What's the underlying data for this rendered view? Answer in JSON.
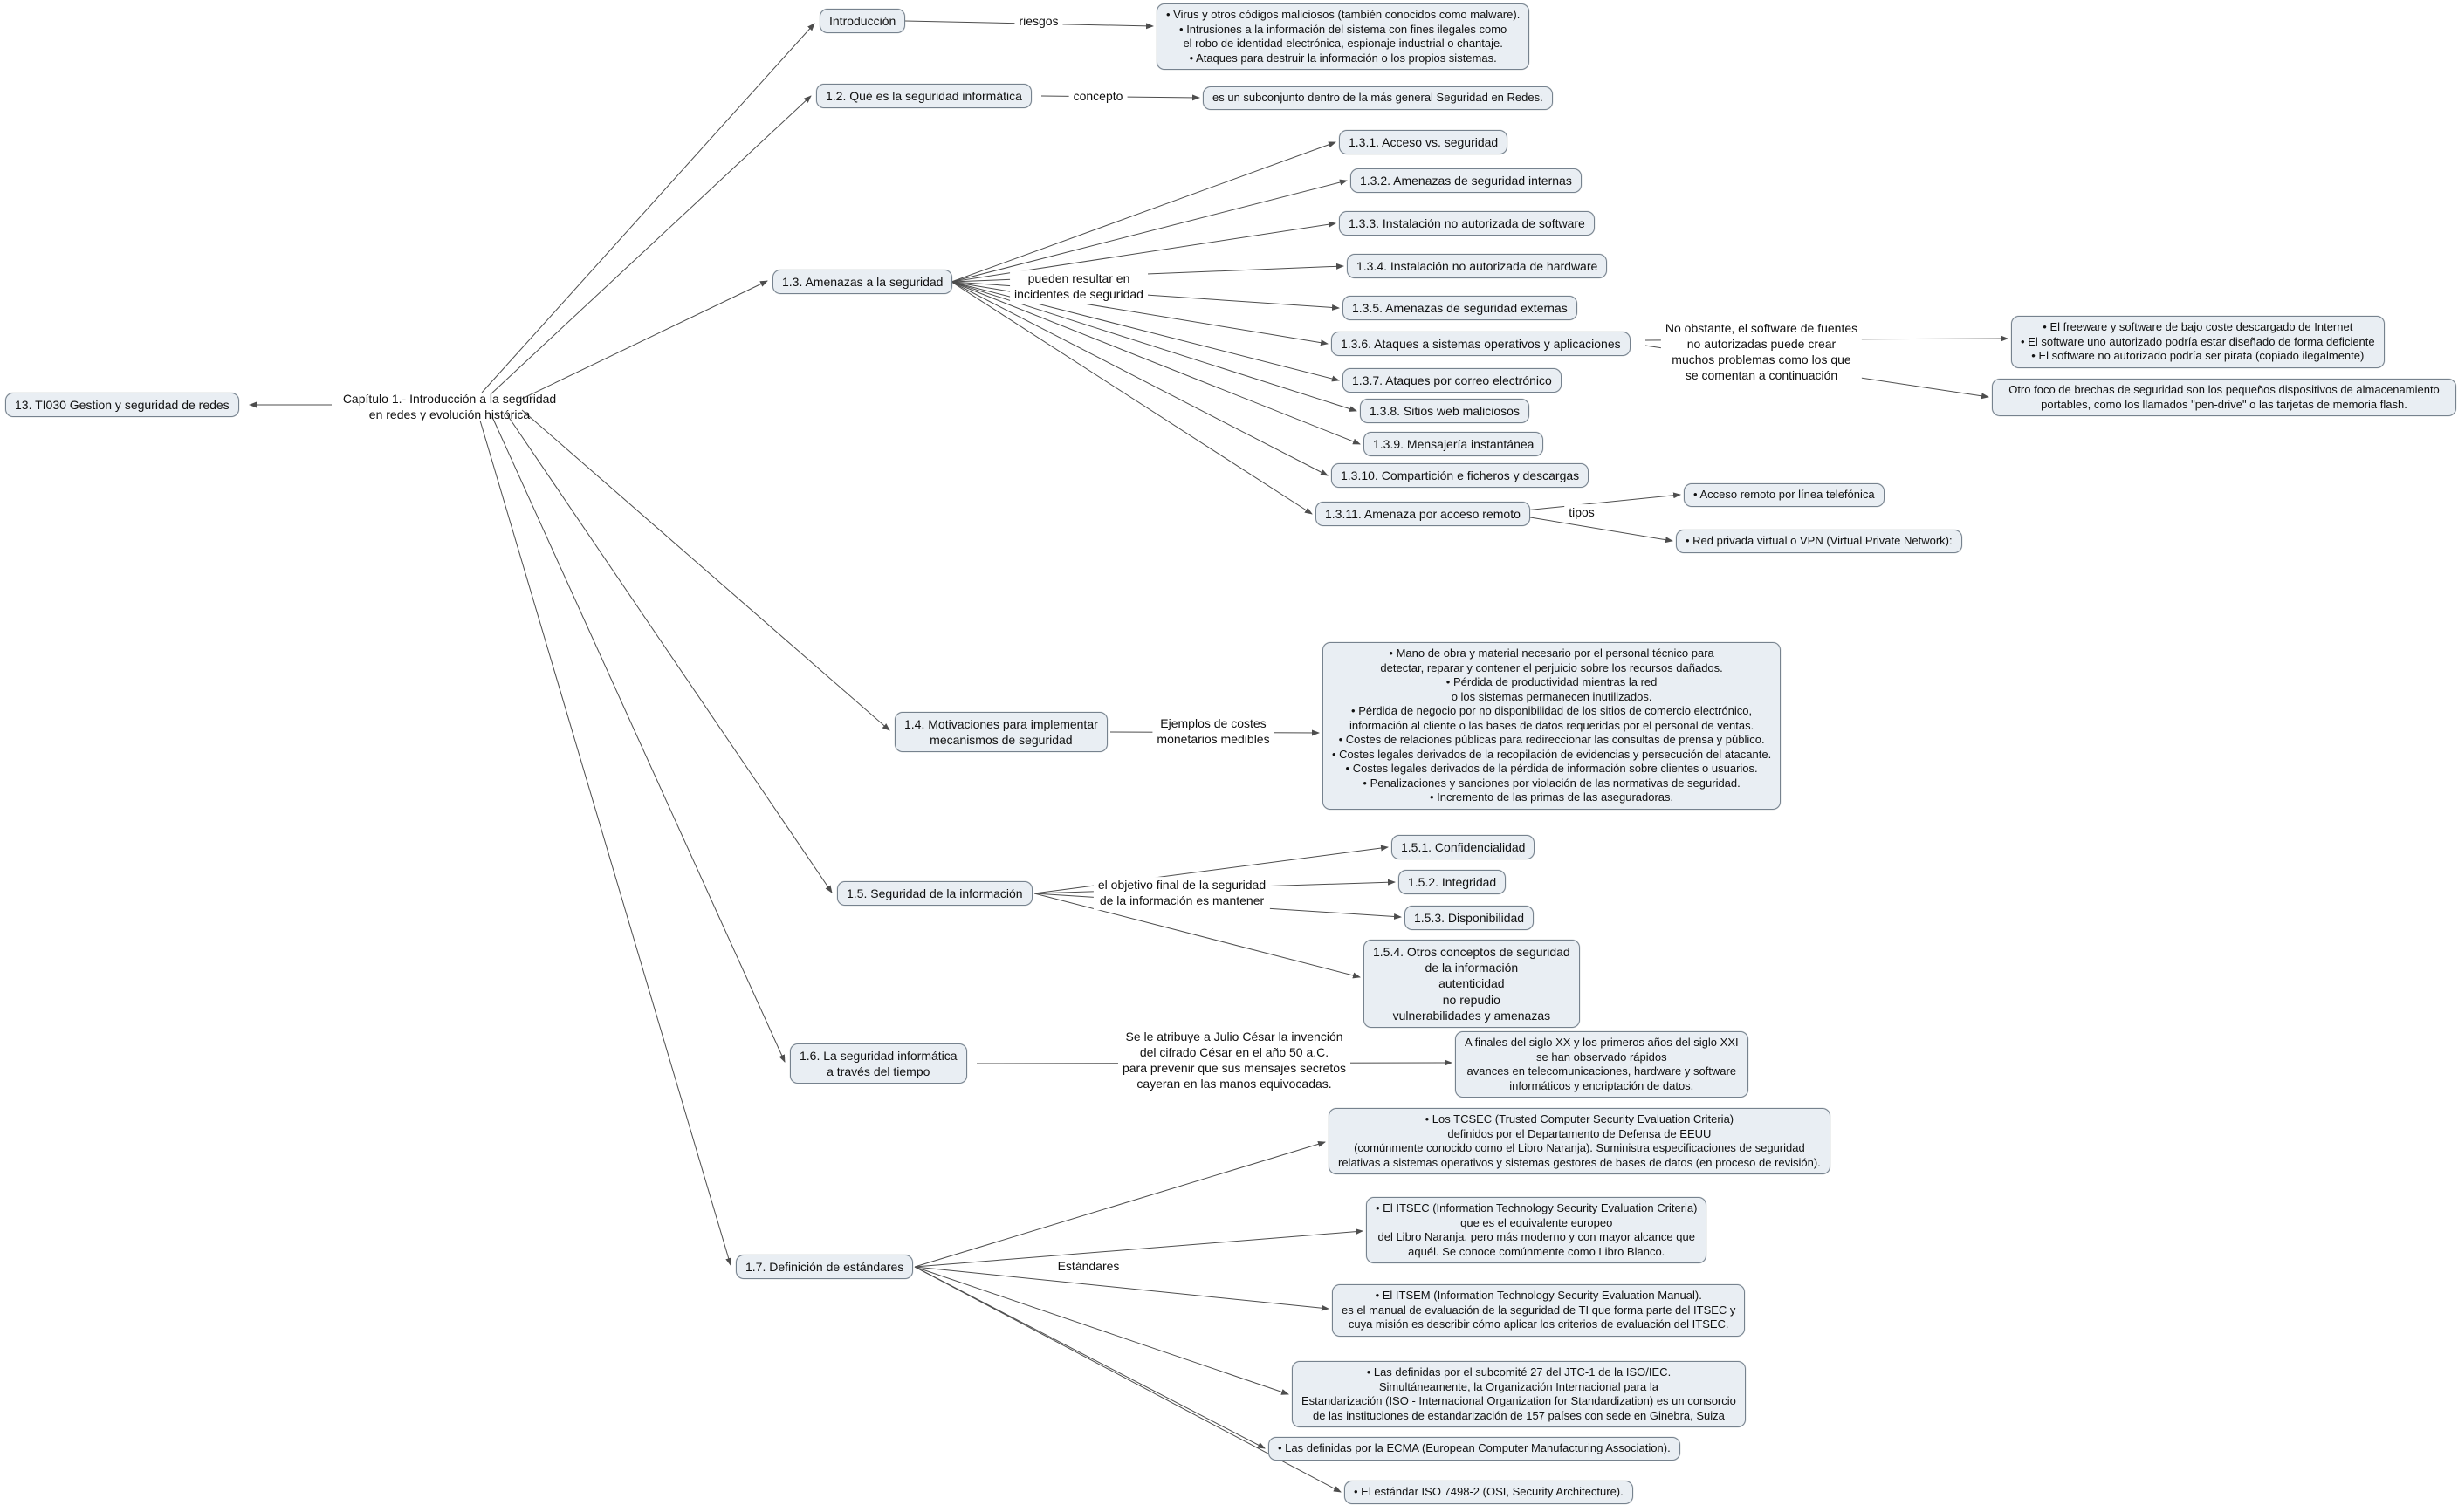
{
  "diagram": {
    "root": "13. TI030 Gestion y seguridad de redes",
    "chapter": "Capítulo 1.- Introducción a la seguridad\nen redes y evolución histórica",
    "introduction": {
      "node": "Introducción",
      "edge_label": "riesgos",
      "risks": "• Virus y otros códigos maliciosos (también conocidos como malware).\n• Intrusiones a la información del sistema con fines ilegales como\nel robo de identidad electrónica, espionaje industrial o chantaje.\n• Ataques para destruir la información o los propios sistemas."
    },
    "what_is": {
      "node": "1.2. Qué es la seguridad informática",
      "edge_label": "concepto",
      "concept": "es un subconjunto dentro de la más general Seguridad en Redes."
    },
    "threats": {
      "node": "1.3. Amenazas a la seguridad",
      "edge_label": "pueden resultar en\nincidentes de seguridad",
      "items": [
        "1.3.1. Acceso vs. seguridad",
        "1.3.2. Amenazas de seguridad internas",
        "1.3.3. Instalación no autorizada de software",
        "1.3.4. Instalación no autorizada de hardware",
        "1.3.5. Amenazas de seguridad externas",
        "1.3.6. Ataques a sistemas operativos y aplicaciones",
        "1.3.7. Ataques por correo electrónico",
        "1.3.8. Sitios web maliciosos",
        "1.3.9. Mensajería instantánea",
        "1.3.10. Compartición e ficheros y descargas",
        "1.3.11. Amenaza por acceso remoto"
      ],
      "software_edge_label": "No obstante, el software de fuentes\nno autorizadas puede crear\nmuchos problemas como los que\nse comentan a continuación",
      "software_issues": "• El freeware y software de bajo coste descargado de Internet\n• El software uno autorizado podría estar diseñado de forma deficiente\n• El software no autorizado podría ser pirata (copiado ilegalmente)",
      "portable_devices": "Otro foco de brechas de seguridad son los pequeños dispositivos de almacenamiento\nportables, como los llamados \"pen-drive\" o las tarjetas de memoria flash.",
      "remote_edge_label": "tipos",
      "remote_types": [
        "• Acceso remoto por línea telefónica",
        "• Red privada virtual o VPN (Virtual Private Network):"
      ]
    },
    "motivations": {
      "node": "1.4. Motivaciones para implementar\nmecanismos de seguridad",
      "edge_label": "Ejemplos de costes\nmonetarios medibles",
      "costs": "• Mano de obra y material necesario por el personal técnico para\ndetectar, reparar y contener el perjuicio sobre los recursos dañados.\n• Pérdida de productividad mientras la red\no los sistemas permanecen inutilizados.\n• Pérdida de negocio por no disponibilidad de los sitios de comercio electrónico,\ninformación al cliente o las bases de datos requeridas por el personal de ventas.\n• Costes de relaciones públicas para redireccionar las consultas de prensa y público.\n• Costes legales derivados de la recopilación de evidencias y persecución del atacante.\n• Costes legales derivados de la pérdida de información sobre clientes o usuarios.\n• Penalizaciones y sanciones por violación de las normativas de seguridad.\n• Incremento de las primas de las aseguradoras."
    },
    "info_security": {
      "node": "1.5. Seguridad de la información",
      "edge_label": "el objetivo final de la seguridad\nde la información es mantener",
      "items": [
        "1.5.1. Confidencialidad",
        "1.5.2. Integridad",
        "1.5.3. Disponibilidad",
        "1.5.4. Otros conceptos de seguridad\nde la información\nautenticidad\nno repudio\nvulnerabilidades y amenazas"
      ]
    },
    "history": {
      "node": "1.6. La seguridad informática\na través del tiempo",
      "edge_label": "Se le atribuye a Julio César la invención\ndel cifrado César en el año 50 a.C.\npara prevenir que sus mensajes secretos\ncayeran en las manos equivocadas.",
      "modern": "A finales del siglo XX y los primeros años del siglo XXI\nse han observado rápidos\navances en telecomunicaciones, hardware y software\ninformáticos y encriptación de datos."
    },
    "standards": {
      "node": "1.7. Definición de estándares",
      "edge_label": "Estándares",
      "items": [
        "• Los TCSEC (Trusted Computer Security Evaluation Criteria)\ndefinidos por el Departamento de Defensa de EEUU\n(comúnmente conocido como el Libro Naranja). Suministra especificaciones de seguridad\nrelativas a sistemas operativos y sistemas gestores de bases de datos (en proceso de revisión).",
        "• El ITSEC (Information Technology Security Evaluation Criteria)\nque es el equivalente europeo\ndel Libro Naranja, pero más moderno y con mayor alcance que\naquél. Se conoce comúnmente como Libro Blanco.",
        "• El ITSEM (Information Technology Security Evaluation Manual).\nes el manual de evaluación de la seguridad de TI que forma parte del ITSEC y\ncuya misión es describir cómo aplicar los criterios de evaluación del ITSEC.",
        "• Las definidas por el subcomité 27 del JTC-1 de la ISO/IEC.\nSimultáneamente, la Organización Internacional para la\nEstandarización (ISO - Internacional Organization for Standardization) es un consorcio\nde las instituciones de estandarización de 157 países con sede en Ginebra, Suiza",
        "• Las definidas por la ECMA (European Computer Manufacturing Association).",
        "• El estándar ISO 7498-2 (OSI, Security Architecture)."
      ]
    }
  }
}
